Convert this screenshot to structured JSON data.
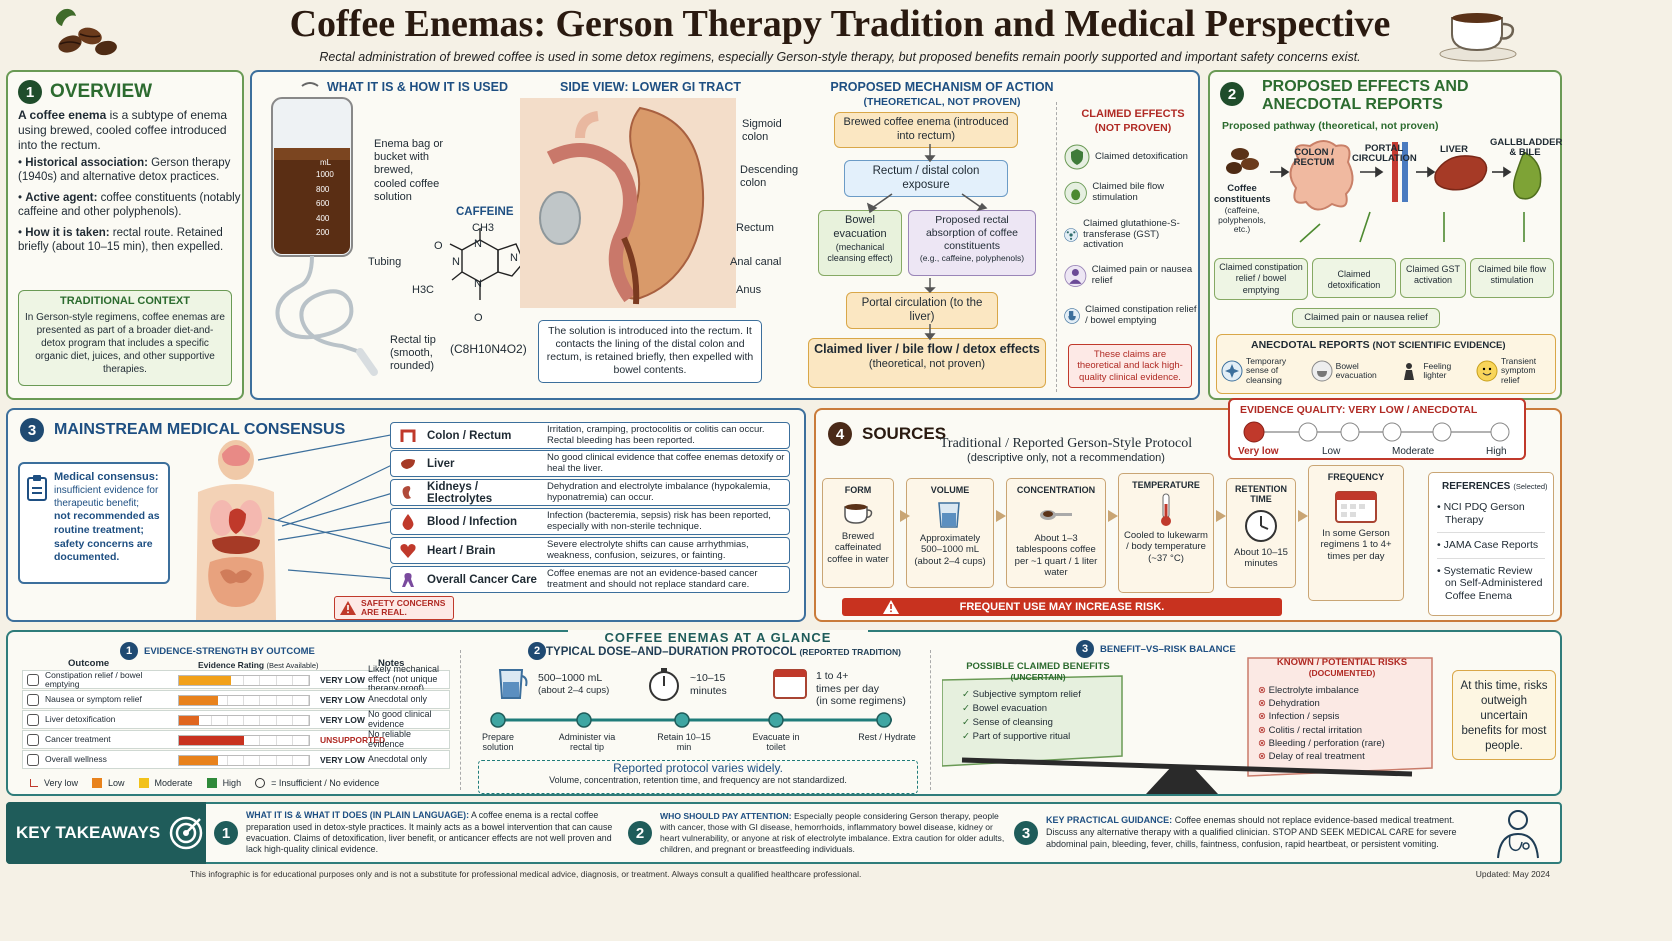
{
  "title": "Coffee Enemas: Gerson Therapy Tradition and Medical Perspective",
  "subtitle": "Rectal administration of brewed coffee is used in some detox regimens, especially Gerson-style therapy, but proposed benefits remain poorly supported and important safety concerns exist.",
  "overview": {
    "num": "1",
    "heading": "OVERVIEW",
    "intro_pre": "A coffee enema",
    "intro_post": " is a subtype of enema using brewed, cooled coffee introduced into the rectum.",
    "bullets": [
      {
        "b": "Historical association:",
        "t": " Gerson therapy (1940s) and alternative detox practices."
      },
      {
        "b": "Active agent:",
        "t": " coffee constituents (notably caffeine and other polyphenols)."
      },
      {
        "b": "How it is taken:",
        "t": " rectal route. Retained briefly (about 10–15 min), then expelled."
      }
    ],
    "context_heading": "TRADITIONAL CONTEXT",
    "context_text": "In Gerson-style regimens, coffee enemas are presented as part of a broader diet-and-detox program that includes a specific organic diet, juices, and other supportive therapies."
  },
  "what": {
    "heading": "WHAT IT IS & HOW IT IS USED",
    "bag_label": "Enema bag or bucket with brewed, cooled coffee solution",
    "tubing_label": "Tubing",
    "tip_label": "Rectal tip (smooth, rounded)",
    "scale_unit": "mL",
    "scale": [
      "1000",
      "800",
      "600",
      "400",
      "200"
    ],
    "caffeine_label": "CAFFEINE",
    "formula": "(C8H10N4O2)",
    "atoms": {
      "ch3": "CH3",
      "h3c": "H3C",
      "o1": "O",
      "o2": "O",
      "n1": "N",
      "n2": "N",
      "n3": "N",
      "n4": "N"
    }
  },
  "side": {
    "heading": "SIDE VIEW: LOWER GI TRACT",
    "labels": [
      "Sigmoid colon",
      "Descending colon",
      "Rectum",
      "Anal canal",
      "Anus"
    ],
    "caption": "The solution is introduced into the rectum. It contacts the lining of the distal colon and rectum, is retained briefly, then expelled with bowel contents."
  },
  "mechanism": {
    "heading": "PROPOSED MECHANISM OF ACTION",
    "subheading": "(THEORETICAL, NOT PROVEN)",
    "b1": "Brewed coffee enema (introduced into rectum)",
    "b2": "Rectum / distal colon exposure",
    "b3a": "Bowel evacuation",
    "b3a_sub": "(mechanical cleansing effect)",
    "b3b": "Proposed rectal absorption of coffee constituents",
    "b3b_sub": "(e.g., caffeine, polyphenols)",
    "b4": "Portal circulation (to the liver)",
    "b5": "Claimed liver / bile flow / detox effects",
    "b5_sub": "(theoretical, not proven)"
  },
  "claimed": {
    "heading": "CLAIMED EFFECTS",
    "subheading": "(NOT PROVEN)",
    "items": [
      "Claimed detoxification",
      "Claimed bile flow stimulation",
      "Claimed glutathione-S-transferase (GST) activation",
      "Claimed pain or nausea relief",
      "Claimed constipation relief / bowel emptying"
    ],
    "warning": "These claims are theoretical and lack high-quality clinical evidence."
  },
  "effects": {
    "num": "2",
    "heading": "PROPOSED EFFECTS AND ANECDOTAL REPORTS",
    "pathway": "Proposed pathway (theoretical, not proven)",
    "nodes": [
      "Coffee constituents",
      "COLON / RECTUM",
      "PORTAL CIRCULATION",
      "LIVER",
      "GALLBLADDER & BILE"
    ],
    "node_sub": "(caffeine, polyphenols, etc.)",
    "outcomes": [
      "Claimed constipation relief / bowel emptying",
      "Claimed detoxification",
      "Claimed GST activation",
      "Claimed bile flow stimulation"
    ],
    "pain": "Claimed pain or nausea relief",
    "anecdotal_heading": "ANECDOTAL REPORTS",
    "anecdotal_sub": "(NOT SCIENTIFIC EVIDENCE)",
    "anecdotal": [
      "Temporary sense of cleansing",
      "Bowel evacuation",
      "Feeling lighter",
      "Transient symptom relief"
    ]
  },
  "consensus": {
    "num": "3",
    "heading": "MAINSTREAM MEDICAL CONSENSUS",
    "box_l1": "Medical consensus:",
    "box_l2": "insufficient evidence for therapeutic benefit;",
    "box_l3": "not recommended as routine treatment;",
    "box_l4": "safety concerns are documented.",
    "organs": [
      {
        "name": "Colon / Rectum",
        "desc": "Irritation, cramping, proctocolitis or colitis can occur. Rectal bleeding has been reported."
      },
      {
        "name": "Liver",
        "desc": "No good clinical evidence that coffee enemas detoxify or heal the liver."
      },
      {
        "name": "Kidneys / Electrolytes",
        "desc": "Dehydration and electrolyte imbalance (hypokalemia, hyponatremia) can occur."
      },
      {
        "name": "Blood / Infection",
        "desc": "Infection (bacteremia, sepsis) risk has been reported, especially with non-sterile technique."
      },
      {
        "name": "Heart / Brain",
        "desc": "Severe electrolyte shifts can cause arrhythmias, weakness, confusion, seizures, or fainting."
      },
      {
        "name": "Overall Cancer Care",
        "desc": "Coffee enemas are not an evidence-based cancer treatment and should not replace standard care."
      }
    ],
    "safety": "SAFETY CONCERNS ARE REAL."
  },
  "sources": {
    "num": "4",
    "heading": "SOURCES",
    "evidence_heading": "EVIDENCE QUALITY: VERY LOW / ANECDOTAL",
    "evidence_levels": [
      "Very low",
      "Low",
      "Moderate",
      "High"
    ],
    "evidence_selected": 0,
    "protocol_title": "Traditional / Reported Gerson-Style Protocol",
    "protocol_sub": "(descriptive only, not a recommendation)",
    "steps": [
      {
        "h": "FORM",
        "t": "Brewed caffeinated coffee in water"
      },
      {
        "h": "VOLUME",
        "t": "Approximately 500–1000 mL (about 2–4 cups)"
      },
      {
        "h": "CONCENTRATION",
        "t": "About 1–3 tablespoons coffee per ~1 quart / 1 liter water"
      },
      {
        "h": "TEMPERATURE",
        "t": "Cooled to lukewarm / body temperature (~37 °C)"
      },
      {
        "h": "RETENTION TIME",
        "t": "About 10–15 minutes"
      },
      {
        "h": "FREQUENCY",
        "t": "In some Gerson regimens 1 to 4+ times per day"
      }
    ],
    "warning": "FREQUENT USE MAY INCREASE RISK.",
    "refs_heading": "REFERENCES",
    "refs_sub": "(Selected)",
    "refs": [
      "NCI PDQ Gerson Therapy",
      "JAMA Case Reports",
      "Systematic Review on Self-Administered Coffee Enema"
    ]
  },
  "glance": {
    "title": "COFFEE ENEMAS AT A GLANCE",
    "s1_num": "1",
    "s1_heading": "EVIDENCE-STRENGTH BY OUTCOME",
    "col_outcome": "Outcome",
    "col_rating": "Evidence Rating",
    "col_rating_sub": "(Best Available)",
    "col_notes": "Notes",
    "rows": [
      {
        "o": "Constipation relief / bowel emptying",
        "r": "VERY LOW",
        "n": "Likely mechanical effect (not unique therapy proof)",
        "fill": 0.4,
        "color": "#f2a11a"
      },
      {
        "o": "Nausea or symptom relief",
        "r": "VERY LOW",
        "n": "Anecdotal only",
        "fill": 0.3,
        "color": "#e8821c"
      },
      {
        "o": "Liver detoxification",
        "r": "VERY LOW",
        "n": "No good clinical evidence",
        "fill": 0.15,
        "color": "#e0661f"
      },
      {
        "o": "Cancer treatment",
        "r": "UNSUPPORTED",
        "n": "No reliable evidence",
        "fill": 0.5,
        "color": "#c8321f"
      },
      {
        "o": "Overall wellness",
        "r": "VERY LOW",
        "n": "Anecdotal only",
        "fill": 0.3,
        "color": "#e8821c"
      }
    ],
    "legend": [
      "Very low",
      "Low",
      "Moderate",
      "High",
      "= Insufficient / No evidence"
    ],
    "s2_num": "2",
    "s2_heading": "TYPICAL DOSE–AND–DURATION PROTOCOL",
    "s2_sub": "(REPORTED TRADITION)",
    "dose": [
      "500–1000 mL",
      "(about 2–4 cups)",
      "~10–15",
      "minutes",
      "1 to 4+",
      "times per day",
      "(in some regimens)"
    ],
    "timeline": [
      "Prepare solution",
      "Administer via rectal tip",
      "Retain 10–15 min",
      "Evacuate in toilet",
      "Rest / Hydrate"
    ],
    "varies": "Reported protocol varies widely.",
    "varies_sub": "Volume, concentration, retention time, and frequency are not standardized.",
    "s3_num": "3",
    "s3_heading": "BENEFIT–VS–RISK BALANCE",
    "benefits_h": "POSSIBLE CLAIMED BENEFITS",
    "benefits_sub": "(UNCERTAIN)",
    "benefits": [
      "Subjective symptom relief",
      "Bowel evacuation",
      "Sense of cleansing",
      "Part of supportive ritual"
    ],
    "risks_h": "KNOWN / POTENTIAL RISKS",
    "risks_sub": "(DOCUMENTED)",
    "risks": [
      "Electrolyte imbalance",
      "Dehydration",
      "Infection / sepsis",
      "Colitis / rectal irritation",
      "Bleeding / perforation (rare)",
      "Delay of real treatment"
    ],
    "verdict": "At this time, risks outweigh uncertain benefits for most people."
  },
  "takeaways": {
    "label": "KEY TAKEAWAYS",
    "items": [
      {
        "n": "1",
        "h": "WHAT IT IS & WHAT IT DOES (IN PLAIN LANGUAGE):",
        "t": " A coffee enema is a rectal coffee preparation used in detox-style practices. It mainly acts as a bowel intervention that can cause evacuation. Claims of detoxification, liver benefit, or anticancer effects are not well proven and lack high-quality clinical evidence."
      },
      {
        "n": "2",
        "h": "WHO SHOULD PAY ATTENTION:",
        "t": " Especially people considering Gerson therapy, people with cancer, those with GI disease, hemorrhoids, inflammatory bowel disease, kidney or heart vulnerability, or anyone at risk of electrolyte imbalance. Extra caution for older adults, children, and pregnant or breastfeeding individuals."
      },
      {
        "n": "3",
        "h": "KEY PRACTICAL GUIDANCE:",
        "t": " Coffee enemas should not replace evidence-based medical treatment. Discuss any alternative therapy with a qualified clinician. STOP AND SEEK MEDICAL CARE for severe abdominal pain, bleeding, fever, chills, faintness, confusion, rapid heartbeat, or persistent vomiting."
      }
    ]
  },
  "footer": "This infographic is for educational purposes only and is not a substitute for professional medical advice, diagnosis, or treatment. Always consult a qualified healthcare professional.",
  "updated": "Updated: May 2024",
  "colors": {
    "green": "#2c6b2f",
    "blue": "#1e4f82",
    "red": "#b02a24",
    "orange": "#c97b3a"
  }
}
